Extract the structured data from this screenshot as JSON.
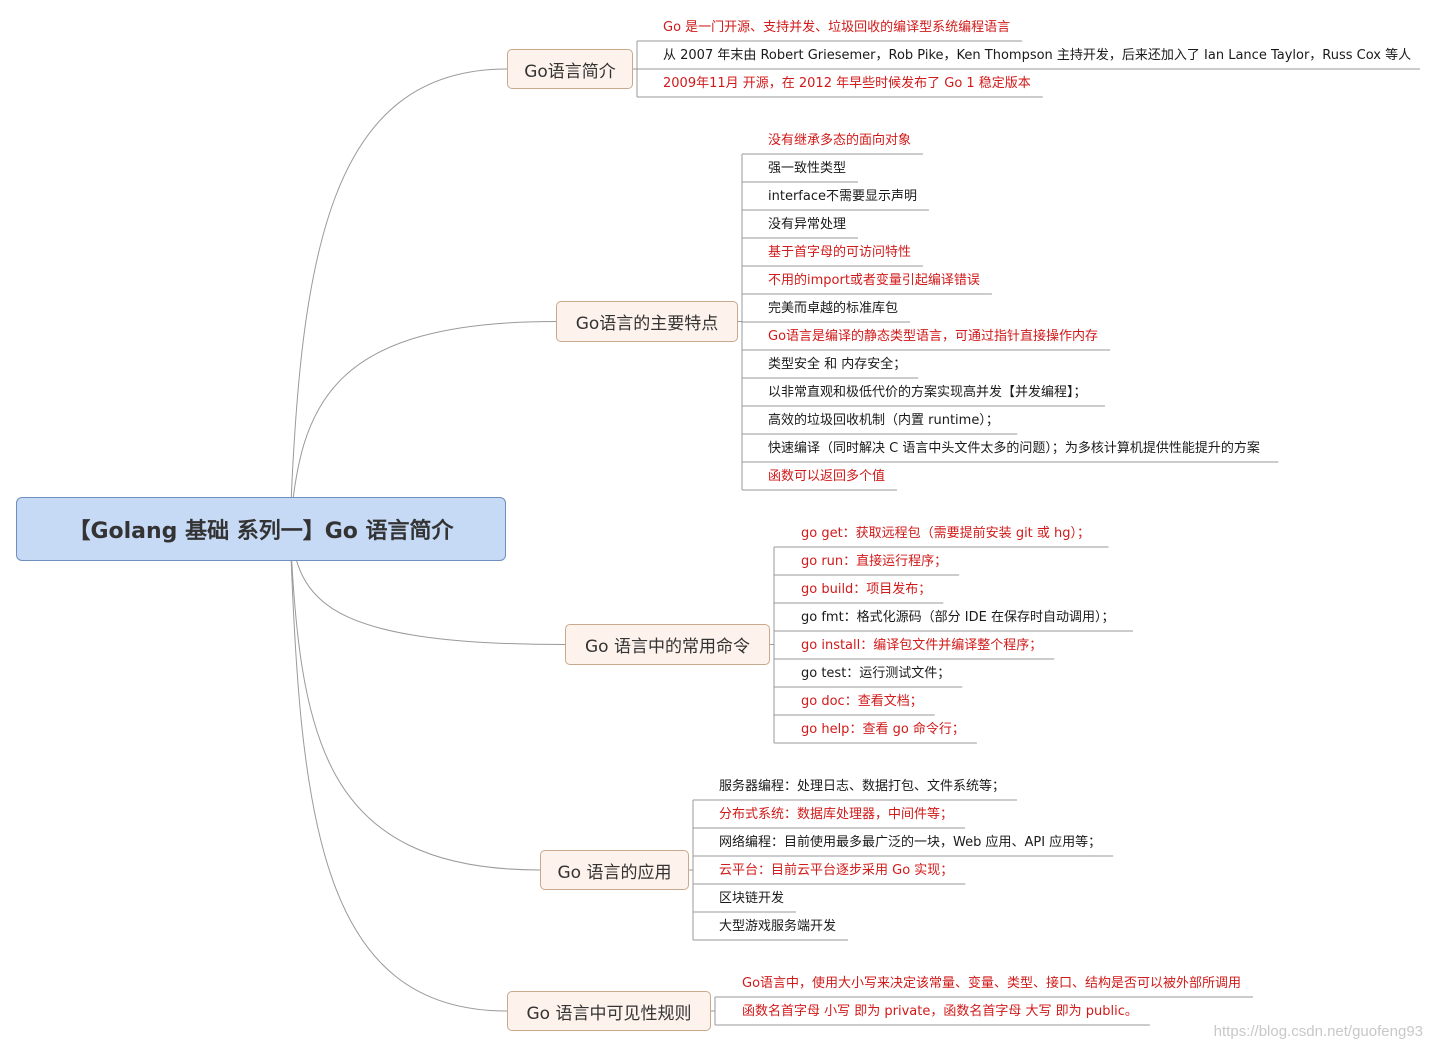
{
  "root": {
    "title": "【Golang 基础 系列一】Go 语言简介"
  },
  "branches": [
    {
      "label": "Go语言简介",
      "leaves": [
        {
          "text": "Go 是一门开源、支持并发、垃圾回收的编译型系统编程语言",
          "color": "red"
        },
        {
          "text": "从 2007 年末由 Robert Griesemer，Rob Pike，Ken Thompson 主持开发，后来还加入了 Ian Lance Taylor，Russ Cox 等人",
          "color": "black"
        },
        {
          "text": "2009年11月 开源，在 2012 年早些时候发布了 Go 1 稳定版本",
          "color": "red"
        }
      ]
    },
    {
      "label": "Go语言的主要特点",
      "leaves": [
        {
          "text": "没有继承多态的面向对象",
          "color": "red"
        },
        {
          "text": "强一致性类型",
          "color": "black"
        },
        {
          "text": "interface不需要显示声明",
          "color": "black"
        },
        {
          "text": "没有异常处理",
          "color": "black"
        },
        {
          "text": "基于首字母的可访问特性",
          "color": "red"
        },
        {
          "text": "不用的import或者变量引起编译错误",
          "color": "red"
        },
        {
          "text": "完美而卓越的标准库包",
          "color": "black"
        },
        {
          "text": "Go语言是编译的静态类型语言，可通过指针直接操作内存",
          "color": "red"
        },
        {
          "text": "类型安全 和 内存安全；",
          "color": "black"
        },
        {
          "text": "以非常直观和极低代价的方案实现高并发【并发编程】；",
          "color": "black"
        },
        {
          "text": "高效的垃圾回收机制（内置 runtime）；",
          "color": "black"
        },
        {
          "text": "快速编译（同时解决 C 语言中头文件太多的问题）；为多核计算机提供性能提升的方案",
          "color": "black"
        },
        {
          "text": "函数可以返回多个值",
          "color": "red"
        }
      ]
    },
    {
      "label": "Go 语言中的常用命令",
      "leaves": [
        {
          "text": "go get：获取远程包（需要提前安装 git 或 hg）；",
          "color": "red"
        },
        {
          "text": "go run：直接运行程序；",
          "color": "red"
        },
        {
          "text": "go build：项目发布；",
          "color": "red"
        },
        {
          "text": "go fmt：格式化源码（部分 IDE 在保存时自动调用）；",
          "color": "black"
        },
        {
          "text": "go install：编译包文件并编译整个程序；",
          "color": "red"
        },
        {
          "text": "go test：运行测试文件；",
          "color": "black"
        },
        {
          "text": "go doc：查看文档；",
          "color": "red"
        },
        {
          "text": "go help：查看 go 命令行；",
          "color": "red"
        }
      ]
    },
    {
      "label": "Go 语言的应用",
      "leaves": [
        {
          "text": "服务器编程：处理日志、数据打包、文件系统等；",
          "color": "black"
        },
        {
          "text": "分布式系统：数据库处理器，中间件等；",
          "color": "red"
        },
        {
          "text": "网络编程：目前使用最多最广泛的一块，Web 应用、API 应用等；",
          "color": "black"
        },
        {
          "text": "云平台：目前云平台逐步采用 Go 实现；",
          "color": "red"
        },
        {
          "text": "区块链开发",
          "color": "black"
        },
        {
          "text": "大型游戏服务端开发",
          "color": "black"
        }
      ]
    },
    {
      "label": "Go 语言中可见性规则",
      "leaves": [
        {
          "text": "Go语言中，使用大小写来决定该常量、变量、类型、接口、结构是否可以被外部所调用",
          "color": "red"
        },
        {
          "text": "函数名首字母 小写 即为 private，函数名首字母 大写 即为 public。",
          "color": "red"
        }
      ]
    }
  ],
  "colors": {
    "red": "#d11a1a",
    "black": "#1a1a1a",
    "line": "#9a9a9a"
  },
  "watermark": "https://blog.csdn.net/guofeng93"
}
